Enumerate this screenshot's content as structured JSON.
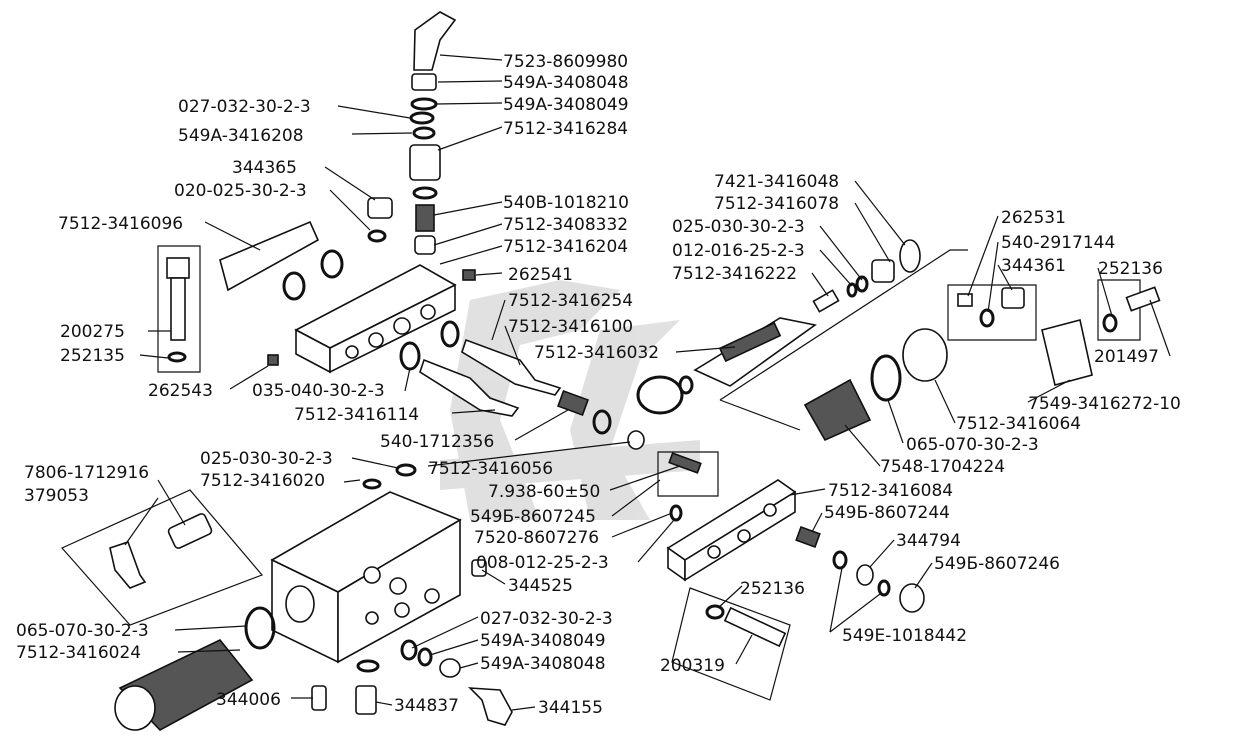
{
  "diagram": {
    "labels": [
      "7523-8609980",
      "549A-3408048",
      "549A-3408049",
      "027-032-30-2-3",
      "549A-3416208",
      "7512-3416284",
      "344365",
      "020-025-30-2-3",
      "540B-1018210",
      "7512-3408332",
      "7512-3416096",
      "7512-3416204",
      "262541",
      "7512-3416254",
      "7512-3416100",
      "200275",
      "252135",
      "262543",
      "035-040-30-2-3",
      "7512-3416114",
      "540-1712356",
      "7512-3416032",
      "7421-3416048",
      "7512-3416078",
      "025-030-30-2-3",
      "012-016-25-2-3",
      "7512-3416222",
      "262531",
      "540-2917144",
      "344361",
      "252136",
      "201497",
      "7549-3416272-10",
      "7512-3416064",
      "065-070-30-2-3",
      "7548-1704224",
      "025-030-30-2-3",
      "7806-1712916",
      "379053",
      "7512-3416020",
      "7512-3416056",
      "7.938-60±50",
      "549Б-8607245",
      "7520-8607276",
      "008-012-25-2-3",
      "344525",
      "7512-3416084",
      "549Б-8607244",
      "344794",
      "549Б-8607246",
      "549Е-1018442",
      "252136",
      "200319",
      "065-070-30-2-3",
      "7512-3416024",
      "027-032-30-2-3",
      "549A-3408049",
      "549A-3408048",
      "344006",
      "344837",
      "344155"
    ]
  }
}
